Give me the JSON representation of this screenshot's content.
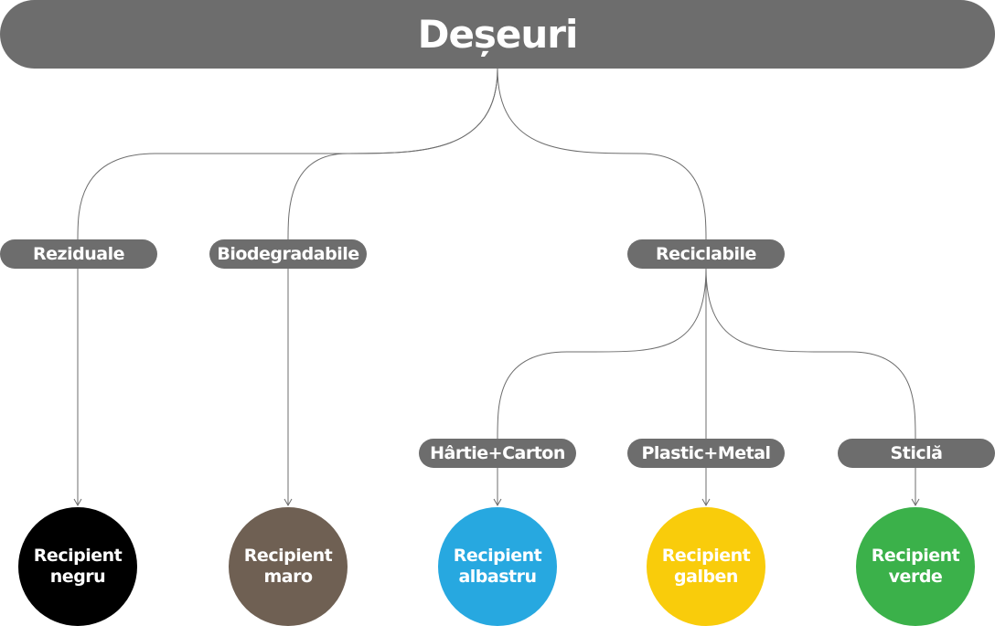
{
  "root": {
    "label": "Deșeuri"
  },
  "categories": {
    "reziduale": "Reziduale",
    "biodegradabile": "Biodegradabile",
    "reciclabile": "Reciclabile"
  },
  "subcategories": {
    "hartie_carton": "Hârtie+Carton",
    "plastic_metal": "Plastic+Metal",
    "sticla": "Sticlă"
  },
  "containers": {
    "negru": {
      "line1": "Recipient",
      "line2": "negru",
      "color": "#000000"
    },
    "maro": {
      "line1": "Recipient",
      "line2": "maro",
      "color": "#6f6053"
    },
    "albastru": {
      "line1": "Recipient",
      "line2": "albastru",
      "color": "#27a8e0"
    },
    "galben": {
      "line1": "Recipient",
      "line2": "galben",
      "color": "#f9cc0b"
    },
    "verde": {
      "line1": "Recipient",
      "line2": "verde",
      "color": "#3bb14a"
    }
  },
  "colors": {
    "node": "#6d6d6d",
    "connector": "#6d6d6d"
  }
}
